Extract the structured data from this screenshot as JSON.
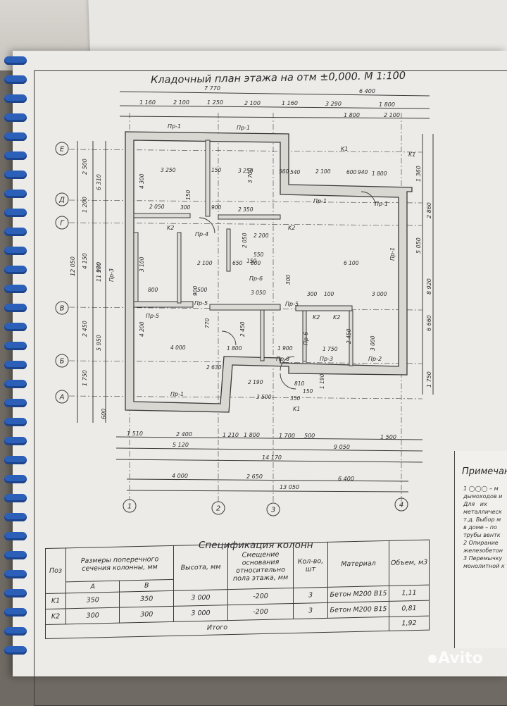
{
  "drawing": {
    "title": "Кладочный план этажа на отм ±0,000. М 1:100",
    "axes_letters": [
      "Е",
      "Д",
      "Г",
      "В",
      "Б",
      "А"
    ],
    "axes_numbers": [
      "1",
      "2",
      "3",
      "4"
    ],
    "dims_top": [
      "7 770",
      "6 400",
      "1 160",
      "2 100",
      "1 250",
      "2 100",
      "1 160",
      "3 290",
      "1 800",
      "2 100",
      "1 800"
    ],
    "dims_bottom": [
      "1 510",
      "2 400",
      "1 210",
      "1 800",
      "1 700",
      "500",
      "1 500",
      "5 120",
      "9 050",
      "14 170",
      "4 000",
      "2 650",
      "6 400",
      "13 050"
    ],
    "dims_left": [
      "2 500",
      "6 310",
      "1 200",
      "12 050",
      "4 150",
      "11 170",
      "900",
      "2 450",
      "5 950",
      "1 750",
      "600"
    ],
    "dims_right": [
      "1 360",
      "2 860",
      "8 920",
      "5 050",
      "6 660",
      "1 750"
    ],
    "lintels": [
      "Пр-1",
      "Пр-1",
      "Пр-1",
      "Пр-1",
      "Пр-1",
      "Пр-1",
      "Пр-2",
      "Пр-3",
      "Пр-3",
      "Пр-4",
      "Пр-5",
      "Пр-5",
      "Пр-5",
      "Пр-6",
      "Пр-6",
      "Пр-6"
    ],
    "columns": [
      "K1",
      "K1",
      "K1",
      "K2",
      "K2",
      "K2",
      "K2"
    ],
    "room_dims": [
      "3 250",
      "150",
      "3 250",
      "560",
      "540",
      "2 100",
      "600",
      "940",
      "1 800",
      "2 050",
      "300",
      "900",
      "150",
      "2 350",
      "3 700",
      "4 300",
      "2 200",
      "2 050",
      "150",
      "2 100",
      "650",
      "800",
      "550",
      "6 100",
      "800",
      "3 100",
      "500",
      "900",
      "3 050",
      "300",
      "300",
      "100",
      "3 000",
      "4 000",
      "4 200",
      "770",
      "2 450",
      "1 800",
      "1 900",
      "1 750",
      "3 000",
      "2 630",
      "2 450",
      "2 190",
      "3 500",
      "810",
      "150",
      "350",
      "1 190"
    ]
  },
  "spec": {
    "title": "Спецификация колонн",
    "headers": {
      "pos": "Поз",
      "size": "Размеры поперечного сечения колонны, мм",
      "a": "А",
      "b": "В",
      "height": "Высота, мм",
      "offset": "Смещение основания относительно пола этажа, мм",
      "qty": "Кол-во, шт",
      "material": "Материал",
      "volume": "Объем, м3"
    },
    "rows": [
      {
        "pos": "K1",
        "a": "350",
        "b": "350",
        "height": "3 000",
        "offset": "-200",
        "qty": "3",
        "material": "Бетон М200 В15",
        "volume": "1,11"
      },
      {
        "pos": "K2",
        "a": "300",
        "b": "300",
        "height": "3 000",
        "offset": "-200",
        "qty": "3",
        "material": "Бетон М200 В15",
        "volume": "0,81"
      }
    ],
    "total_label": "Итого",
    "total_value": "1,92"
  },
  "notes": {
    "title": "Примечан",
    "lines": [
      "1 ◯◯◯ – м",
      "дымоходов и",
      "Для   их",
      "металлическ",
      "т.д. Выбор м",
      "в доме – по",
      "трубы вентк",
      "2 Опирание",
      "железобетон",
      "3 Перемычку",
      "монолитной к"
    ]
  },
  "watermark": "Avito"
}
